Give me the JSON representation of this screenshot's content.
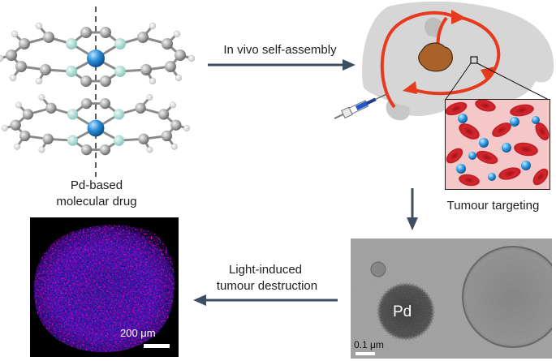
{
  "labels": {
    "step1": "In vivo self-assembly",
    "drug_line1": "Pd-based",
    "drug_line2": "molecular drug",
    "targeting": "Tumour targeting",
    "step3_line1": "Light-induced",
    "step3_line2": "tumour destruction",
    "pd_label": "Pd",
    "scale_micro": "200 μm",
    "scale_tem": "0.1 μm"
  },
  "colors": {
    "arrow": "#3e4f63",
    "pd_atom": "#2a8fd6",
    "nitrogen": "#a8d8d0",
    "carbon": "#9a9a9a",
    "blood_flow": "#e63a1f",
    "rbc": "#d6272e",
    "tumour": "#a8622a"
  }
}
